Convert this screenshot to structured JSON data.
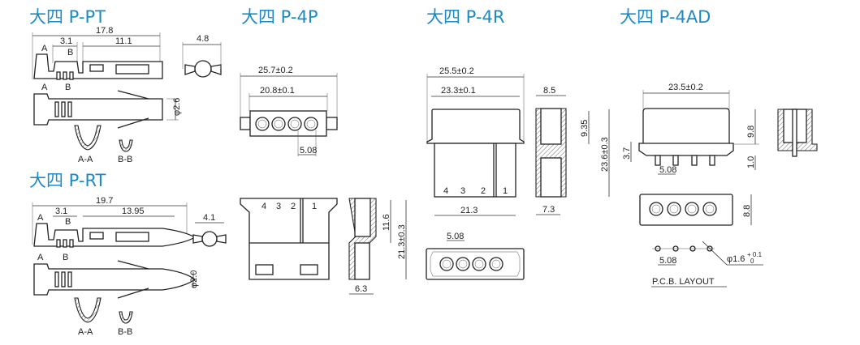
{
  "titles": {
    "pt": "大四 P-PT",
    "rt": "大四 P-RT",
    "p4p": "大四 P-4P",
    "p4r": "大四 P-4R",
    "p4ad": "大四 P-4AD"
  },
  "pt": {
    "overall": "17.8",
    "crimp": "3.1",
    "contact": "11.1",
    "width": "4.8",
    "dia": "φ2.6",
    "a": "A",
    "b": "B",
    "section_a": "A-A",
    "section_b": "B-B"
  },
  "rt": {
    "overall": "19.7",
    "crimp": "3.1",
    "contact": "13.95",
    "width": "4.1",
    "dia": "φ2.0",
    "a": "A",
    "b": "B",
    "section_a": "A-A",
    "section_b": "B-B"
  },
  "p4p": {
    "outer": "25.7±0.2",
    "inner": "20.8±0.1",
    "pitch": "5.08",
    "pins": [
      "4",
      "3",
      "2",
      "1"
    ],
    "depth": "11.6",
    "height": "21.3±0.3",
    "thick": "6.3"
  },
  "p4r": {
    "outer": "25.5±0.2",
    "inner": "23.3±0.1",
    "pins": [
      "4",
      "3",
      "2",
      "1"
    ],
    "body": "21.3",
    "side_w": "8.5",
    "cap": "9.35",
    "height": "23.6±0.3",
    "side_b": "7.3",
    "pitch": "5.08"
  },
  "p4ad": {
    "width": "23.5±0.2",
    "height": "9.8",
    "pin_len": "3.7",
    "pitch": "5.08",
    "standoff": "1.0",
    "depth": "8.8",
    "hole_pitch": "5.08",
    "hole_dia": "φ1.6",
    "tol_plus": "+ 0.1",
    "tol_minus": "0",
    "pcb_label": "P.C.B. LAYOUT"
  }
}
